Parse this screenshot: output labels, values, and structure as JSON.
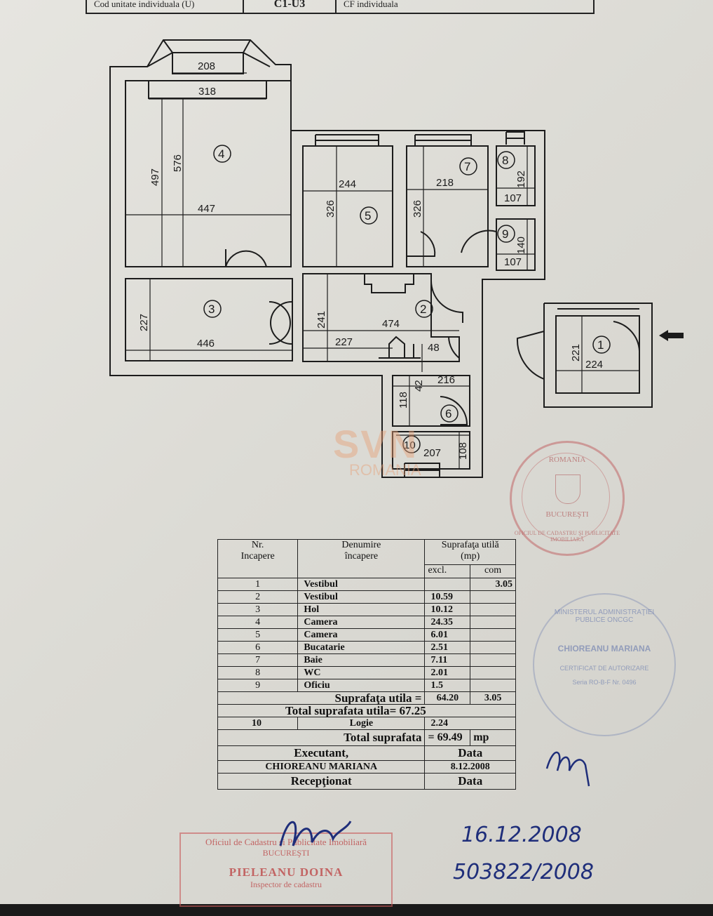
{
  "header": {
    "unit_label": "Cod unitate individuala (U)",
    "unit_code": "C1-U3",
    "cf_label": "CF individuala"
  },
  "plan": {
    "rooms": [
      "1",
      "2",
      "3",
      "4",
      "5",
      "6",
      "7",
      "8",
      "9",
      "10"
    ],
    "dimensions": {
      "d208": "208",
      "d318": "318",
      "d576": "576",
      "d497": "497",
      "d447": "447",
      "d244": "244",
      "d326a": "326",
      "d326b": "326",
      "d218": "218",
      "d192": "192",
      "d107a": "107",
      "d140": "140",
      "d107b": "107",
      "d227a": "227",
      "d446": "446",
      "d241": "241",
      "d474": "474",
      "d227b": "227",
      "d48": "48",
      "d216": "216",
      "d42": "42",
      "d118": "118",
      "d207": "207",
      "d108": "108",
      "d221": "221",
      "d224": "224"
    }
  },
  "watermark": {
    "brand": "SVN",
    "country": "ROMANIA"
  },
  "table": {
    "headers": {
      "nr": "Nr.\nIncapere",
      "name": "Denumire\nîncapere",
      "area": "Suprafaţa utilă\n(mp)",
      "excl": "excl.",
      "com": "com"
    },
    "rows": [
      {
        "nr": "1",
        "name": "Vestibul",
        "excl": "",
        "com": "3.05"
      },
      {
        "nr": "2",
        "name": "Vestibul",
        "excl": "10.59",
        "com": ""
      },
      {
        "nr": "3",
        "name": "Hol",
        "excl": "10.12",
        "com": ""
      },
      {
        "nr": "4",
        "name": "Camera",
        "excl": "24.35",
        "com": ""
      },
      {
        "nr": "5",
        "name": "Camera",
        "excl": "6.01",
        "com": ""
      },
      {
        "nr": "6",
        "name": "Bucatarie",
        "excl": "2.51",
        "com": ""
      },
      {
        "nr": "7",
        "name": "Baie",
        "excl": "7.11",
        "com": ""
      },
      {
        "nr": "8",
        "name": "WC",
        "excl": "2.01",
        "com": ""
      },
      {
        "nr": "9",
        "name": "Oficiu",
        "excl": "1.5",
        "com": ""
      }
    ],
    "suprafata_label": "Suprafaţa utila =",
    "suprafata_excl": "64.20",
    "suprafata_com": "3.05",
    "total_util": "Total suprafata utila= 67.25",
    "logie": {
      "nr": "10",
      "name": "Logie",
      "value": "2.24"
    },
    "total_label": "Total suprafata",
    "total_value": "= 69.49",
    "total_unit": "mp",
    "executant_label": "Executant,",
    "data_label": "Data",
    "executant_name": "CHIOREANU MARIANA",
    "executant_date": "8.12.2008",
    "receptionat_label": "Recepţionat",
    "data_label2": "Data"
  },
  "stamps": {
    "red_round": {
      "top": "ROMANIA",
      "mid": "BUCUREŞTI",
      "ring": "OFICIUL DE CADASTRU ŞI PUBLICITATE IMOBILIARĂ"
    },
    "blue_round": {
      "ring": "MINISTERUL ADMINISTRAŢIEI PUBLICE ONCGC",
      "name": "CHIOREANU MARIANA",
      "cert": "CERTIFICAT DE AUTORIZARE",
      "serie": "Seria RO-B-F Nr. 0496"
    },
    "red_rect": {
      "line1": "Oficiul de Cadastru şi Publicitate Imobiliară",
      "line2": "BUCUREŞTI",
      "line3": "PIELEANU DOINA",
      "line4": "Inspector de cadastru"
    }
  },
  "handwriting": {
    "date": "16.12.2008",
    "number": "503822/2008"
  }
}
